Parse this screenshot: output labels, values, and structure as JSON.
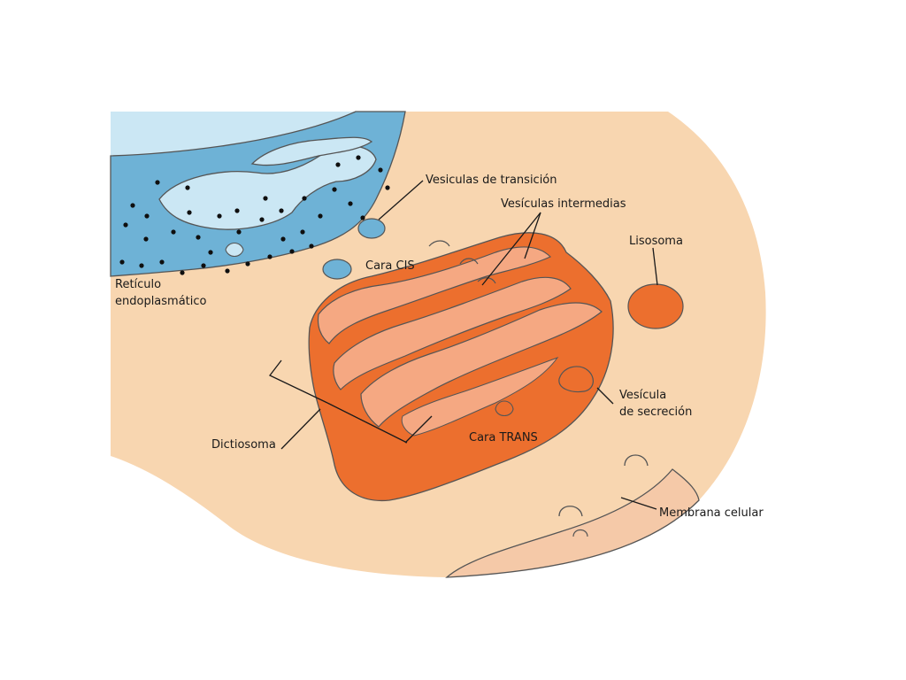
{
  "labels": {
    "vesiculas_transicion": "Vesiculas de transición",
    "vesiculas_intermedias": "Vesículas intermedias",
    "lisosoma": "Lisosoma",
    "cara_cis": "Cara CIS",
    "reticulo_line1": "Retículo",
    "reticulo_line2": "endoplasmático",
    "vesicula_secrecion_line1": "Vesícula",
    "vesicula_secrecion_line2": "de secreción",
    "dictiosoma": "Dictiosoma",
    "cara_trans": "Cara TRANS",
    "membrana_celular": "Membrana celular"
  },
  "colors": {
    "cytoplasm": "#f8d6b0",
    "extracellular": "#f5c9a8",
    "er_light": "#cbe7f4",
    "er_dark": "#6eb2d6",
    "golgi_dark": "#ec6f2e",
    "golgi_light": "#f5a882",
    "outline": "#555555"
  }
}
